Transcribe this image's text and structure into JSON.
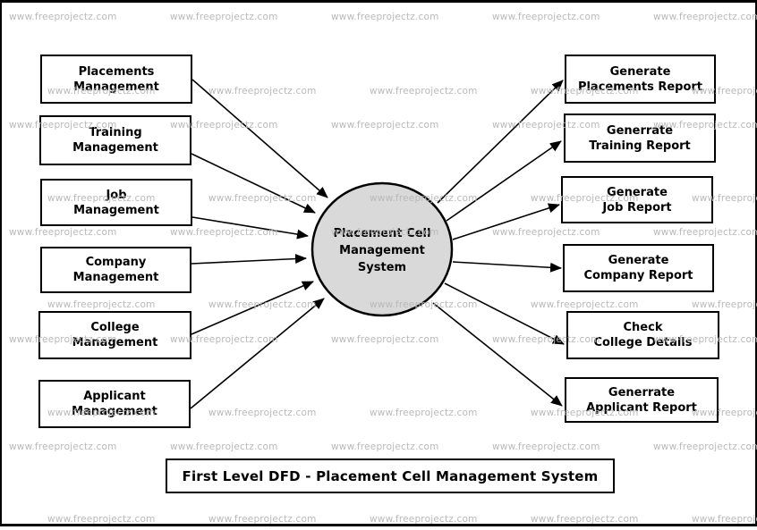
{
  "title": "First Level DFD - Placement Cell Management System",
  "watermark": "www.freeprojectz.com",
  "process": {
    "line1": "Placement Cell",
    "line2": "Management",
    "line3": "System"
  },
  "entities": [
    {
      "line1": "Placements",
      "line2": "Management"
    },
    {
      "line1": "Training",
      "line2": "Management"
    },
    {
      "line1": "Job",
      "line2": "Management"
    },
    {
      "line1": "Company",
      "line2": "Management"
    },
    {
      "line1": "College",
      "line2": "Management"
    },
    {
      "line1": "Applicant",
      "line2": "Management"
    }
  ],
  "outputs": [
    {
      "line1": "Generate",
      "line2": "Placements Report"
    },
    {
      "line1": "Generrate",
      "line2": "Training Report"
    },
    {
      "line1": "Generate",
      "line2": "Job Report"
    },
    {
      "line1": "Generate",
      "line2": "Company Report"
    },
    {
      "line1": "Check",
      "line2": "College Details"
    },
    {
      "line1": "Generrate",
      "line2": "Applicant Report"
    }
  ],
  "colors": {
    "border": "#000000",
    "box_fill": "#ffffff",
    "process_fill": "#d9d9d9",
    "text": "#000000",
    "watermark": "#b9b9b9",
    "background": "#ffffff"
  }
}
